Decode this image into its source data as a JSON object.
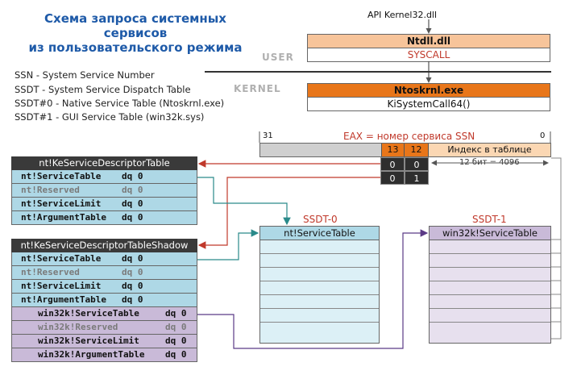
{
  "title": {
    "line1": "Схема запроса системных сервисов",
    "line2": "из пользовательского режима"
  },
  "legend": [
    "SSN - System Service Number",
    "SSDT - System Service Dispatch Table",
    "SSDT#0 - Native Service Table (Ntoskrnl.exe)",
    "SSDT#1 - GUI Service Table (win32k.sys)"
  ],
  "api_label": "API Kernel32.dll",
  "ntdll": {
    "name": "Ntdll.dll",
    "call": "SYSCALL"
  },
  "ntoskrnl": {
    "name": "Ntoskrnl.exe",
    "call": "KiSystemCall64()"
  },
  "modes": {
    "user": "USER",
    "kernel": "KERNEL"
  },
  "eax": {
    "caption": "EAX = номер сервиса SSN",
    "bit_high": "31",
    "bit_low": "0",
    "bit13": "13",
    "bit12": "12",
    "index_label": "Индекс в таблице",
    "bits_note": "12 бит = 4096",
    "rows": [
      [
        "0",
        "0"
      ],
      [
        "0",
        "1"
      ]
    ]
  },
  "ksdt": {
    "title": "nt!KeServiceDescriptorTable",
    "rows": [
      {
        "name": "nt!ServiceTable",
        "type": "dq 0"
      },
      {
        "name": "nt!Reserved",
        "type": "dq 0"
      },
      {
        "name": "nt!ServiceLimit",
        "type": "dq 0"
      },
      {
        "name": "nt!ArgumentTable",
        "type": "dq 0"
      }
    ]
  },
  "ksdt_shadow": {
    "title": "nt!KeServiceDescriptorTableShadow",
    "rows": [
      {
        "name": "nt!ServiceTable",
        "type": "dq 0"
      },
      {
        "name": "nt!Reserved",
        "type": "dq 0"
      },
      {
        "name": "nt!ServiceLimit",
        "type": "dq 0"
      },
      {
        "name": "nt!ArgumentTable",
        "type": "dq 0"
      },
      {
        "name": "win32k!ServiceTable",
        "type": "dq 0"
      },
      {
        "name": "win32k!Reserved",
        "type": "dq 0"
      },
      {
        "name": "win32k!ServiceLimit",
        "type": "dq 0"
      },
      {
        "name": "win32k!ArgumentTable",
        "type": "dq 0"
      }
    ]
  },
  "ssdt0": {
    "label": "SSDT-0",
    "header": "nt!ServiceTable"
  },
  "ssdt1": {
    "label": "SSDT-1",
    "header": "win32k!ServiceTable"
  },
  "colors": {
    "title": "#1e5aa8",
    "ntdll": "#f7c49a",
    "ntoskrnl": "#e8761a",
    "red_text": "#c0392b",
    "arrow_red": "#c0392b",
    "arrow_teal": "#2a8a8a",
    "arrow_purple": "#5b3a86",
    "table_blue": "#aed8e6",
    "table_purple": "#c9bad8",
    "ssdt0_bg": "#dcf0f6",
    "ssdt1_bg": "#e7e0ee"
  }
}
